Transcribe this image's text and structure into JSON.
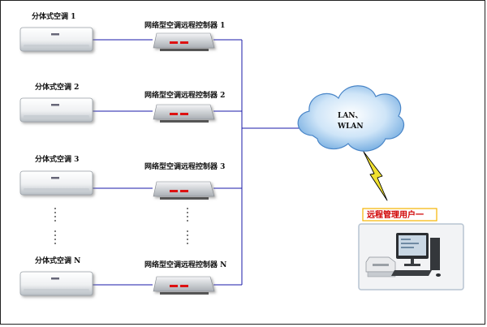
{
  "units": [
    {
      "ac_label": "分体式空调 1",
      "controller_label": "网络型空调远程控制器  1"
    },
    {
      "ac_label": "分体式空调 2",
      "controller_label": "网络型空调远程控制器  2"
    },
    {
      "ac_label": "分体式空调 3",
      "controller_label": "网络型空调远程控制器  3"
    },
    {
      "ac_label": "分体式空调 N",
      "controller_label": "网络型空调远程控制器  N"
    }
  ],
  "network": {
    "line1": "LAN、",
    "line2": "WLAN"
  },
  "remote_user": {
    "label": "远程管理用户一"
  },
  "icons": {
    "ac": "air-conditioner-icon",
    "controller": "remote-controller-icon",
    "cloud": "network-cloud-icon",
    "lightning": "lightning-bolt-icon",
    "printer": "printer-icon",
    "computer": "desktop-computer-icon"
  },
  "colors": {
    "line": "#1a1aa8",
    "cloud": "#8fc0ec",
    "bolt": "#f0e030",
    "user_text": "#d00000",
    "user_box_border": "#f5b400",
    "panel_bg": "#f2f3f5",
    "panel_border": "#b7c4d2"
  }
}
